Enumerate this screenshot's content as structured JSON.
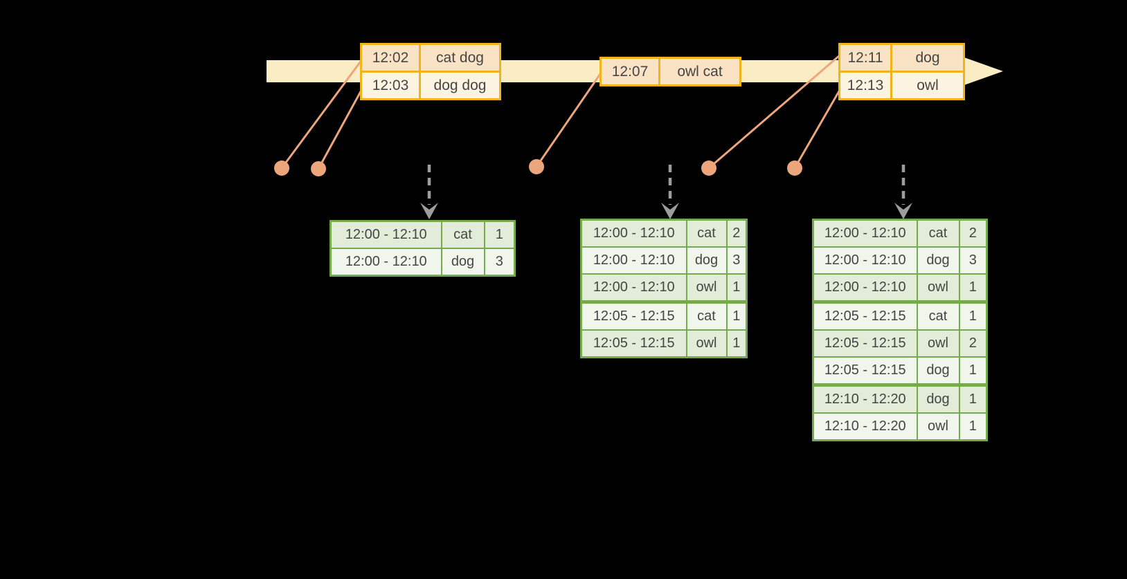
{
  "colors": {
    "background": "#000000",
    "timeline_band": "#FAEDC4",
    "event_border": "#F0B319",
    "event_row_peach": "#FAE2C5",
    "event_row_cream": "#FDF3E1",
    "connector": "#EDA67C",
    "trigger_arrow": "#9D9D9D",
    "result_border": "#74AB4C",
    "result_row_green": "#E2ECD8",
    "result_row_white": "#F1F6EC",
    "text": "#454545"
  },
  "event_tables": [
    {
      "rows": [
        {
          "time": "12:02",
          "words": "cat dog"
        },
        {
          "time": "12:03",
          "words": "dog dog"
        }
      ]
    },
    {
      "rows": [
        {
          "time": "12:07",
          "words": "owl cat"
        }
      ]
    },
    {
      "rows": [
        {
          "time": "12:11",
          "words": "dog"
        },
        {
          "time": "12:13",
          "words": "owl"
        }
      ]
    }
  ],
  "result_tables": [
    {
      "rows": [
        {
          "window": "12:00 - 12:10",
          "word": "cat",
          "count": "1"
        },
        {
          "window": "12:00 - 12:10",
          "word": "dog",
          "count": "3"
        }
      ]
    },
    {
      "rows": [
        {
          "window": "12:00 - 12:10",
          "word": "cat",
          "count": "2"
        },
        {
          "window": "12:00 - 12:10",
          "word": "dog",
          "count": "3"
        },
        {
          "window": "12:00 - 12:10",
          "word": "owl",
          "count": "1"
        },
        {
          "window": "12:05 - 12:15",
          "word": "cat",
          "count": "1"
        },
        {
          "window": "12:05 - 12:15",
          "word": "owl",
          "count": "1"
        }
      ]
    },
    {
      "rows": [
        {
          "window": "12:00 - 12:10",
          "word": "cat",
          "count": "2"
        },
        {
          "window": "12:00 - 12:10",
          "word": "dog",
          "count": "3"
        },
        {
          "window": "12:00 - 12:10",
          "word": "owl",
          "count": "1"
        },
        {
          "window": "12:05 - 12:15",
          "word": "cat",
          "count": "1"
        },
        {
          "window": "12:05 - 12:15",
          "word": "owl",
          "count": "2"
        },
        {
          "window": "12:05 - 12:15",
          "word": "dog",
          "count": "1"
        },
        {
          "window": "12:10 - 12:20",
          "word": "dog",
          "count": "1"
        },
        {
          "window": "12:10 - 12:20",
          "word": "owl",
          "count": "1"
        }
      ]
    }
  ]
}
